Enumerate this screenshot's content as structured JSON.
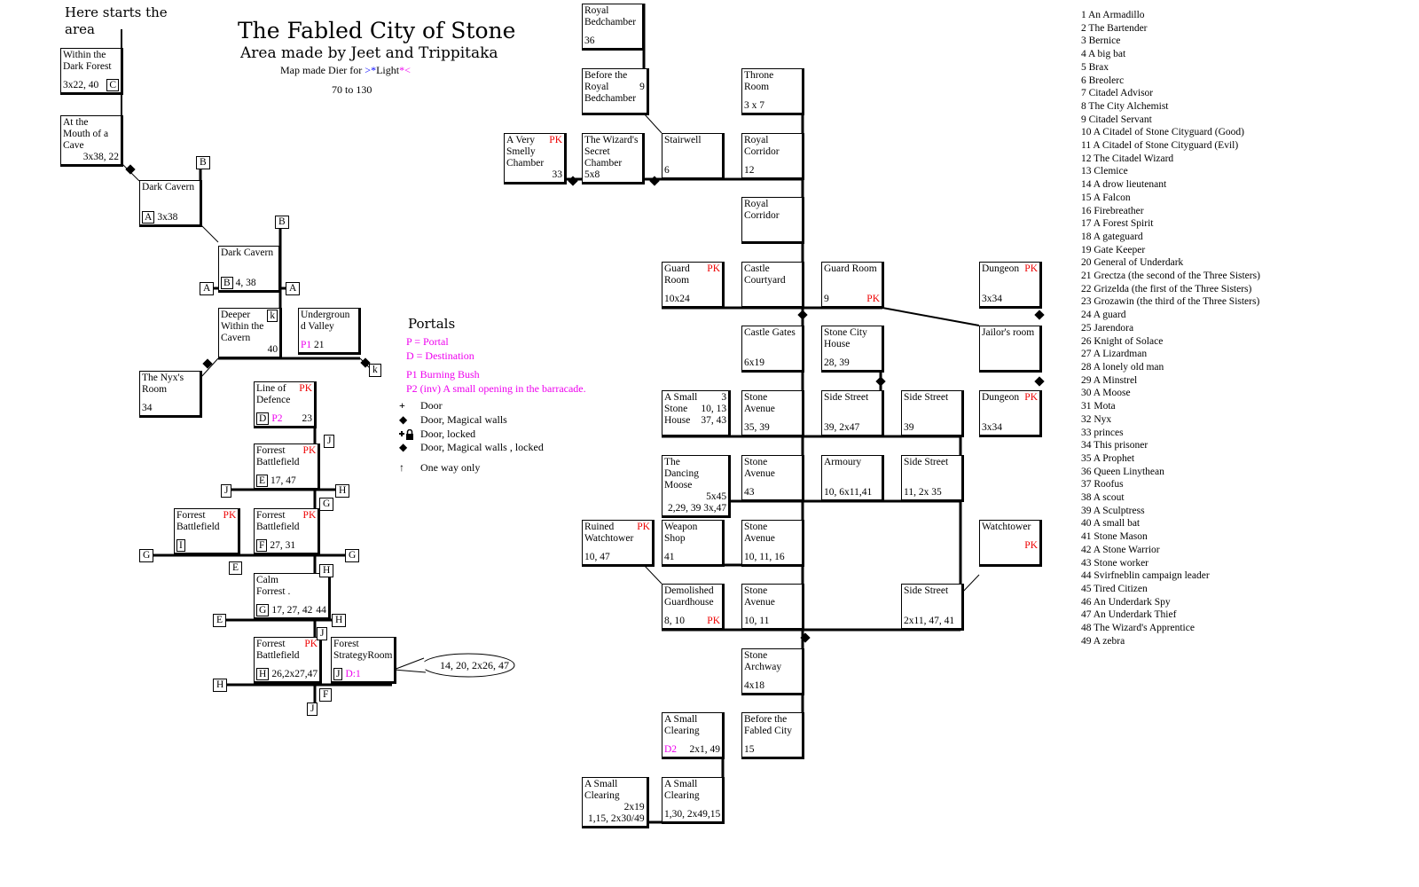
{
  "start_note": "Here starts the\narea",
  "title": "The Fabled City of Stone",
  "subtitle": "Area made by Jeet and Trippitaka",
  "credit": "Map made Dier for",
  "credit_name": "Light",
  "credit_deco_left": ">*",
  "credit_deco_right": "*<",
  "level_range": "70 to 130",
  "portals": {
    "heading": "Portals",
    "p": "P = Portal",
    "d": "D = Destination",
    "p1": "P1 Burning Bush",
    "p2": "P2 (inv)  A small opening in the barracade."
  },
  "legend": [
    {
      "icon": "door-icon",
      "label": "Door"
    },
    {
      "icon": "magic-door-icon",
      "label": "Door, Magical walls"
    },
    {
      "icon": "locked-door-icon",
      "label": "Door, locked"
    },
    {
      "icon": "locked-magic-door-icon",
      "label": "Door, Magical walls , locked"
    },
    {
      "icon": "one-way-icon",
      "label": "One way only"
    }
  ],
  "callout": "14, 20, 2x26, 47",
  "colors": {
    "pk": "#ee0000",
    "portal": "#ee00ee",
    "light": "#0000ff"
  },
  "rooms": [
    {
      "name": "Within the\nDark Forest",
      "info": "3x22, 40",
      "tagR": "C"
    },
    {
      "name": "At the\nMouth of a\nCave",
      "info2": "3x38, 22"
    },
    {
      "name": "Dark Cavern",
      "tag": "A",
      "info": "3x38"
    },
    {
      "name": "Dark Cavern",
      "tag": "B",
      "info": "4, 38"
    },
    {
      "name": "Deeper\nWithin the\nCavern",
      "info2": "40",
      "tagR": "k"
    },
    {
      "name": "Undergroun\nd Valley",
      "mag": "P1",
      "info": "21"
    },
    {
      "name": "The Nyx's\nRoom",
      "info": "34"
    },
    {
      "name": "Line of\nDefence",
      "pk": "PK",
      "tag": "D",
      "mag": "P2",
      "info2": "23"
    },
    {
      "name": "Forrest\nBattlefield",
      "pk": "PK",
      "tag": "E",
      "info": "17, 47"
    },
    {
      "name": "Forrest\nBattlefield",
      "pk": "PK",
      "tag": "I"
    },
    {
      "name": "Forrest\nBattlefield",
      "pk": "PK",
      "tag": "F",
      "info": "27, 31"
    },
    {
      "name": "Calm\nForrest .",
      "tag": "G",
      "info": "17, 27, 42",
      "info2": "44\n "
    },
    {
      "name": "Forrest\nBattlefield",
      "pk": "PK",
      "tag": "H",
      "info": "26,2x27,47"
    },
    {
      "name": "Forest\nStrategyRoom",
      "tag": "J",
      "mag": "D:1"
    },
    {
      "name": "Royal\nBedchamber",
      "info": "36"
    },
    {
      "name": "Before the\nRoyal\nBedchamber",
      "info2": "9\n\n "
    },
    {
      "name": "A Very\nSmelly\nChamber",
      "pk": "PK",
      "info2": "33"
    },
    {
      "name": "The Wizard's\nSecret\nChamber",
      "info": "5x8"
    },
    {
      "name": "Stairwell",
      "info": "6"
    },
    {
      "name": "Throne\nRoom",
      "info": "3 x 7"
    },
    {
      "name": "Royal\nCorridor",
      "info": "12"
    },
    {
      "name": "Royal\nCorridor"
    },
    {
      "name": "Guard\nRoom",
      "pk": "PK",
      "info": "10x24"
    },
    {
      "name": "Castle\nCourtyard"
    },
    {
      "name": "Guard Room",
      "info": "9",
      "info2": "PK"
    },
    {
      "name": "Dungeon",
      "pk": "PK",
      "info": "3x34"
    },
    {
      "name": "Castle Gates",
      "info": "6x19"
    },
    {
      "name": "Stone City\nHouse",
      "info": "28, 39"
    },
    {
      "name": "Jailor's room"
    },
    {
      "name": "A Small\nStone\nHouse",
      "info2": "3\n10, 13\n37, 43"
    },
    {
      "name": "Stone\nAvenue",
      "info": "35, 39"
    },
    {
      "name": "Side Street",
      "info": "39, 2x47"
    },
    {
      "name": "Side Street",
      "info": "39"
    },
    {
      "name": "Dungeon",
      "pk": "PK",
      "info": "3x34"
    },
    {
      "name": "The\nDancing\nMoose",
      "info2": "5x45\n2,29, 39 3x,47"
    },
    {
      "name": "Stone\nAvenue",
      "info": "43"
    },
    {
      "name": "Armoury",
      "info": "10, 6x11,41"
    },
    {
      "name": "Side Street",
      "info": "11, 2x 35"
    },
    {
      "name": "Ruined\nWatchtower",
      "pk": "PK",
      "info": "10, 47"
    },
    {
      "name": "Weapon\nShop",
      "info": "41"
    },
    {
      "name": "Stone\nAvenue",
      "info": "10, 11, 16"
    },
    {
      "name": "Watchtower",
      "info2": "PK\n\n "
    },
    {
      "name": "Demolished\nGuardhouse",
      "info": "8, 10",
      "info2": "PK"
    },
    {
      "name": "Stone\nAvenue",
      "info": "10, 11"
    },
    {
      "name": "Side Street",
      "info": "2x11, 47, 41"
    },
    {
      "name": "Stone\nArchway",
      "info": "4x18"
    },
    {
      "name": "A Small\nClearing",
      "mag": "D2",
      "info2": "2x1, 49"
    },
    {
      "name": "Before the\nFabled City",
      "info": "15"
    },
    {
      "name": "A Small\nClearing",
      "info2": "2x19\n1,15, 2x30/49"
    },
    {
      "name": "A Small\nClearing",
      "info": "1,30, 2x49,15"
    }
  ],
  "exit_tags": [
    "C",
    "B",
    "B",
    "A",
    "A",
    "k",
    "k",
    "J",
    "J",
    "H",
    "G",
    "G",
    "E",
    "G",
    "H",
    "E",
    "H",
    "J",
    "F",
    "H",
    "J"
  ],
  "mobs": [
    "1 An Armadillo",
    "2 The Bartender",
    "3 Bernice",
    "4 A big bat",
    "5 Brax",
    "6 Breolerc",
    "7 Citadel Advisor",
    "8 The City Alchemist",
    "9 Citadel Servant",
    "10 A Citadel of Stone Cityguard (Good)",
    "11 A Citadel of Stone Cityguard  (Evil)",
    "12 The Citadel Wizard",
    "13 Clemice",
    "14 A drow lieutenant",
    "15 A Falcon",
    "16 Firebreather",
    "17 A Forest Spirit",
    "18 A gateguard",
    "19 Gate Keeper",
    "20 General of Underdark",
    "21 Grectza (the second of the Three Sisters)",
    "22 Grizelda (the first of the Three Sisters)",
    "23 Grozawin (the third of the Three Sisters)",
    "24 A guard",
    "25 Jarendora",
    "26 Knight of Solace",
    "27 A Lizardman",
    "28 A lonely old man",
    "29 A Minstrel",
    "30 A Moose",
    "31 Mota",
    "32 Nyx",
    "33 princes",
    "34 This prisoner",
    "35 A Prophet",
    "36 Queen Linythean",
    "37 Roofus",
    "38 A scout",
    "39 A Sculptress",
    "40 A small bat",
    "41 Stone Mason",
    "42 A Stone Warrior",
    "43 Stone worker",
    "44 Svirfneblin campaign leader",
    "45 Tired Citizen",
    "46 An Underdark Spy",
    "47 An Underdark Thief",
    "48 The Wizard's Apprentice",
    "49 A zebra"
  ]
}
